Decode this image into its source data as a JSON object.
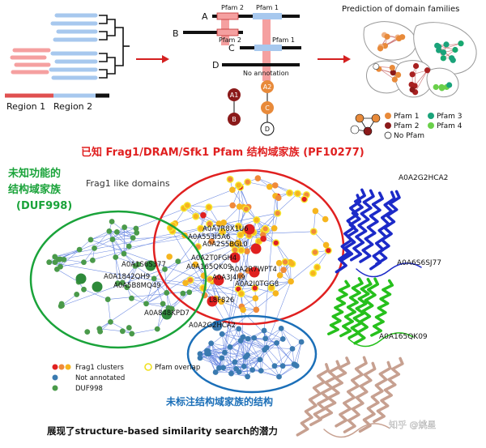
{
  "top_panel": {
    "region1": "Region 1",
    "region2": "Region 2",
    "labels": {
      "A": "A",
      "B": "B",
      "C": "C",
      "D": "D"
    },
    "pfam_a1": "Pfam 2",
    "pfam_a2": "Pfam 1",
    "pfam_b": "Pfam 2",
    "pfam_c": "Pfam 1",
    "no_annotation": "No annotation",
    "nodes": {
      "a1": "A1",
      "a2": "A2",
      "b": "B",
      "c": "C",
      "d": "D"
    },
    "prediction_title": "Prediction of domain families",
    "legend": {
      "pfam1": "Pfam 1",
      "pfam2": "Pfam 2",
      "pfam3": "Pfam 3",
      "pfam4": "Pfam 4",
      "nopfam": "No Pfam"
    }
  },
  "bottom_panel": {
    "title_known": "已知 Frag1/DRAM/Sfk1 Pfam 结构域家族 (PF10277)",
    "title_unknown_l1": "未知功能的",
    "title_unknown_l2": "结构域家族",
    "title_unknown_l3": "(DUF998)",
    "frag1_like": "Frag1 like domains",
    "node_labels": [
      "A0A7R8X1U6",
      "A0A553I5A6",
      "A0A2S5BGL0",
      "A0A2T0FGH4",
      "A0A165QK09",
      "A0A2R7WPT4",
      "A0A2I0TGG8",
      "A0A3J4IJ9",
      "A0A1S6S377",
      "A0A1842QH9",
      "A0A5B8MQ49",
      "A0A848KPD7",
      "L8F826",
      "A0A2G2HCA2"
    ],
    "protein_labels": {
      "p1": "A0A2G2HCA2",
      "p2": "A0A6S6SJ77",
      "p3": "A0A165QK09"
    },
    "legend": {
      "frag1": "Frag1 clusters",
      "not_annotated": "Not annotated",
      "duf": "DUF998",
      "overlap": "Pfam overlap"
    },
    "unannotated_label": "未标注结构域家族的结构",
    "caption": "展现了structure-based similarity search的潜力",
    "watermark": "知乎 @姚星"
  },
  "colors": {
    "red": "#e02020",
    "green": "#1aa33a",
    "blue": "#1b6fb8",
    "pink": "#f5a0a0",
    "lightblue": "#a7c8ee",
    "darkred": "#8b1a1a",
    "orange": "#e88a3a",
    "gold": "#f6b51e",
    "steel": "#3a7ab0",
    "dufgreen": "#4a9a4a",
    "arrow": "#d42020"
  }
}
